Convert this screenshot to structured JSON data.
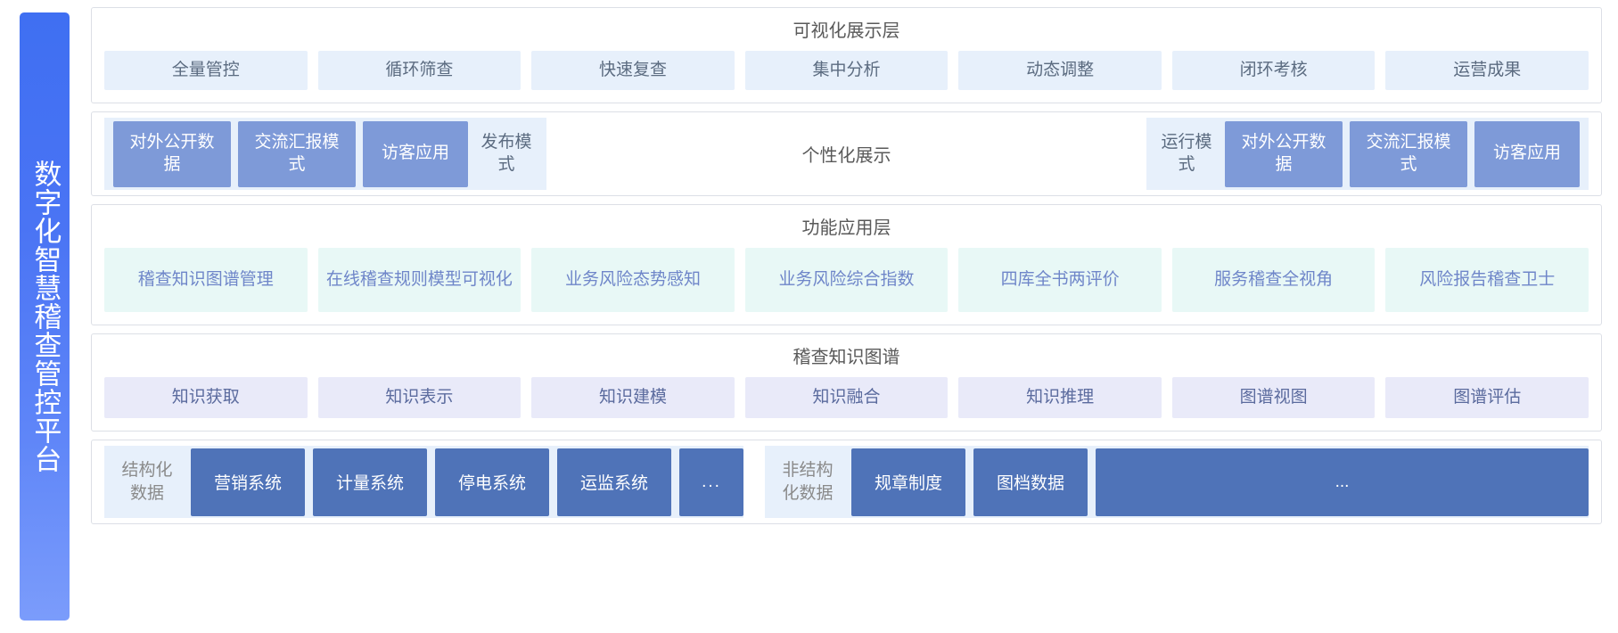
{
  "platform": {
    "vertical_title": "数字化智慧稽查管控平台",
    "brand_color": "#4a74f4"
  },
  "colors": {
    "viz_cell_bg": "#e7f0fb",
    "chip_bg": "#7e9ad8",
    "func_cell_bg": "#e8f8f6",
    "graph_cell_bg": "#e9eaf9",
    "data_box_bg": "#4f73b8",
    "layer_border": "#dcdfe6",
    "title_text": "#595959"
  },
  "layers": {
    "visualization": {
      "title": "可视化展示层",
      "cells": [
        {
          "label": "全量管控"
        },
        {
          "label": "循环筛查"
        },
        {
          "label": "快速复查"
        },
        {
          "label": "集中分析"
        },
        {
          "label": "动态调整"
        },
        {
          "label": "闭环考核"
        },
        {
          "label": "运营成果"
        }
      ]
    },
    "personalized": {
      "center_title": "个性化展示",
      "left_group": {
        "chips": [
          {
            "label": "对外公开数据"
          },
          {
            "label": "交流汇报模式"
          },
          {
            "label": "访客应用"
          }
        ],
        "mode_label": "发布模式"
      },
      "right_group": {
        "mode_label": "运行模式",
        "chips": [
          {
            "label": "对外公开数据"
          },
          {
            "label": "交流汇报模式"
          },
          {
            "label": "访客应用"
          }
        ]
      }
    },
    "functional": {
      "title": "功能应用层",
      "cells": [
        {
          "label": "稽查知识图谱管理"
        },
        {
          "label": "在线稽查规则模型可视化"
        },
        {
          "label": "业务风险态势感知"
        },
        {
          "label": "业务风险综合指数"
        },
        {
          "label": "四库全书两评价"
        },
        {
          "label": "服务稽查全视角"
        },
        {
          "label": "风险报告稽查卫士"
        }
      ]
    },
    "knowledge_graph": {
      "title": "稽查知识图谱",
      "cells": [
        {
          "label": "知识获取"
        },
        {
          "label": "知识表示"
        },
        {
          "label": "知识建模"
        },
        {
          "label": "知识融合"
        },
        {
          "label": "知识推理"
        },
        {
          "label": "图谱视图"
        },
        {
          "label": "图谱评估"
        }
      ]
    },
    "data_source": {
      "structured": {
        "label": "结构化数据",
        "boxes": [
          {
            "label": "营销系统"
          },
          {
            "label": "计量系统"
          },
          {
            "label": "停电系统"
          },
          {
            "label": "运监系统"
          },
          {
            "label": "..."
          }
        ]
      },
      "unstructured": {
        "label": "非结构化数据",
        "boxes": [
          {
            "label": "规章制度"
          },
          {
            "label": "图档数据"
          },
          {
            "label": "..."
          }
        ]
      }
    }
  }
}
